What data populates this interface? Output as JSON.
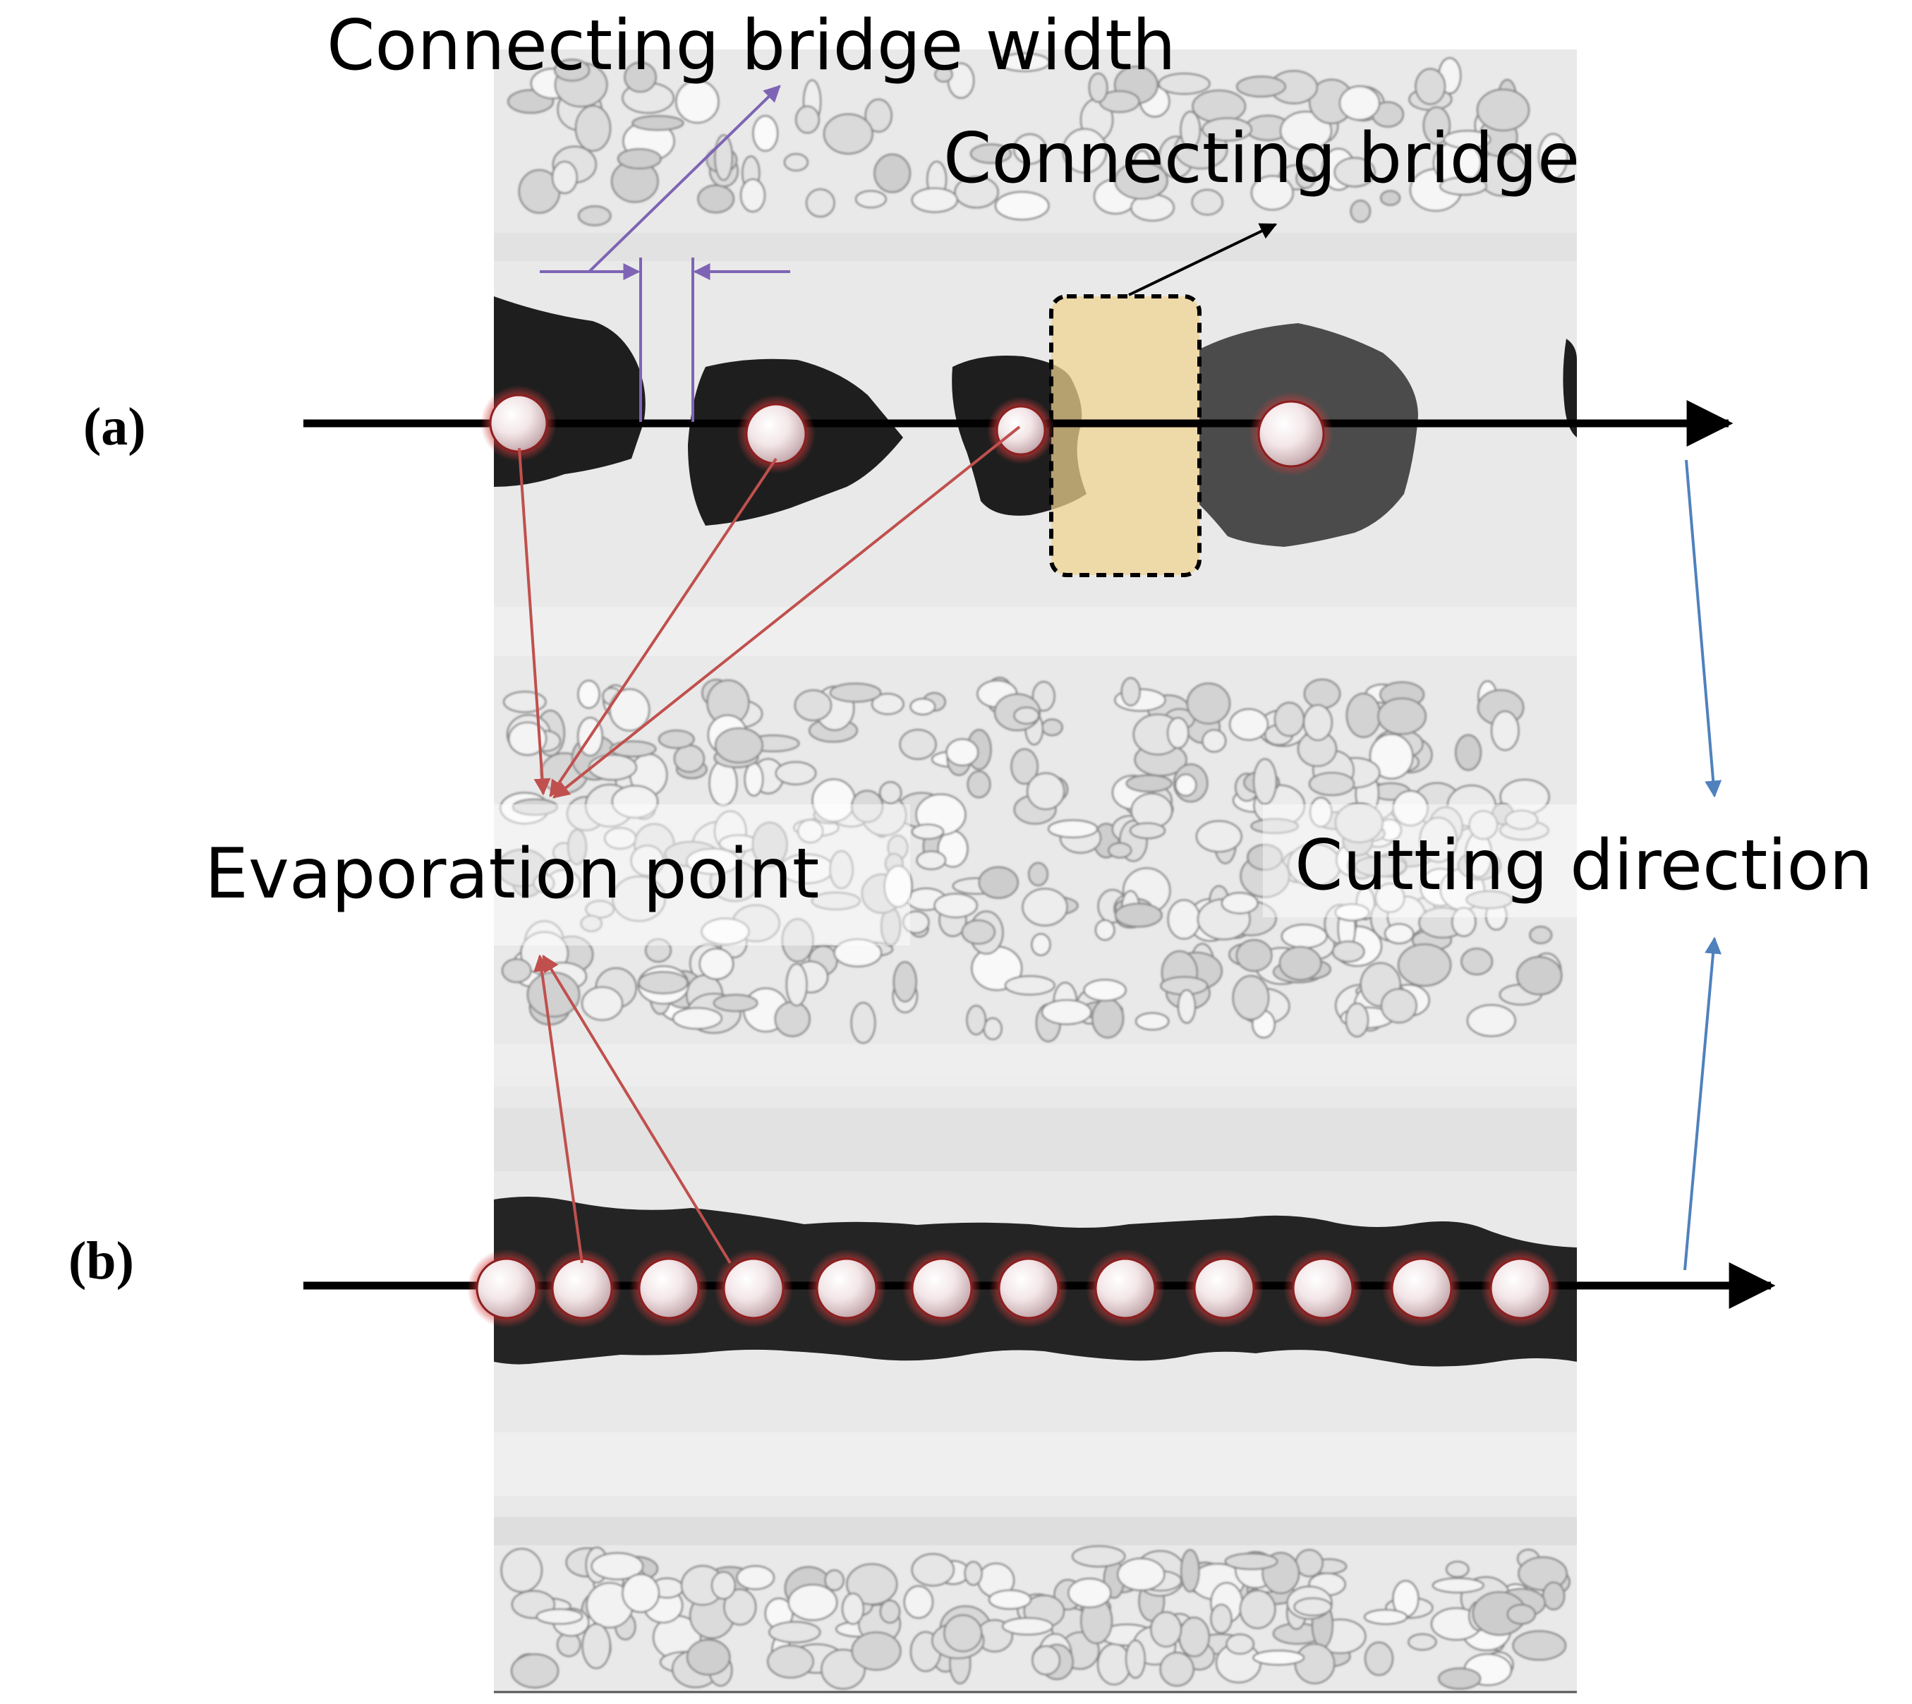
{
  "labels": {
    "panel_a": "(a)",
    "panel_b": "(b)",
    "bridge_width": "Connecting bridge width",
    "bridge": "Connecting bridge",
    "evaporation": "Evaporation point",
    "cutting": "Cutting direction"
  },
  "colors": {
    "annotation_red": "#c0504d",
    "width_purple": "#7e64b4",
    "direction_blue": "#4f81bd",
    "bridge_fill": "#f0d290",
    "crater": "#1e1e1e",
    "spot_core": "#f6eaec",
    "spot_glow": "#d23c3c"
  },
  "panels": {
    "a": {
      "evaporation_points": 4,
      "connecting_bridges_highlighted": 1
    },
    "b": {
      "evaporation_points": 12
    }
  }
}
